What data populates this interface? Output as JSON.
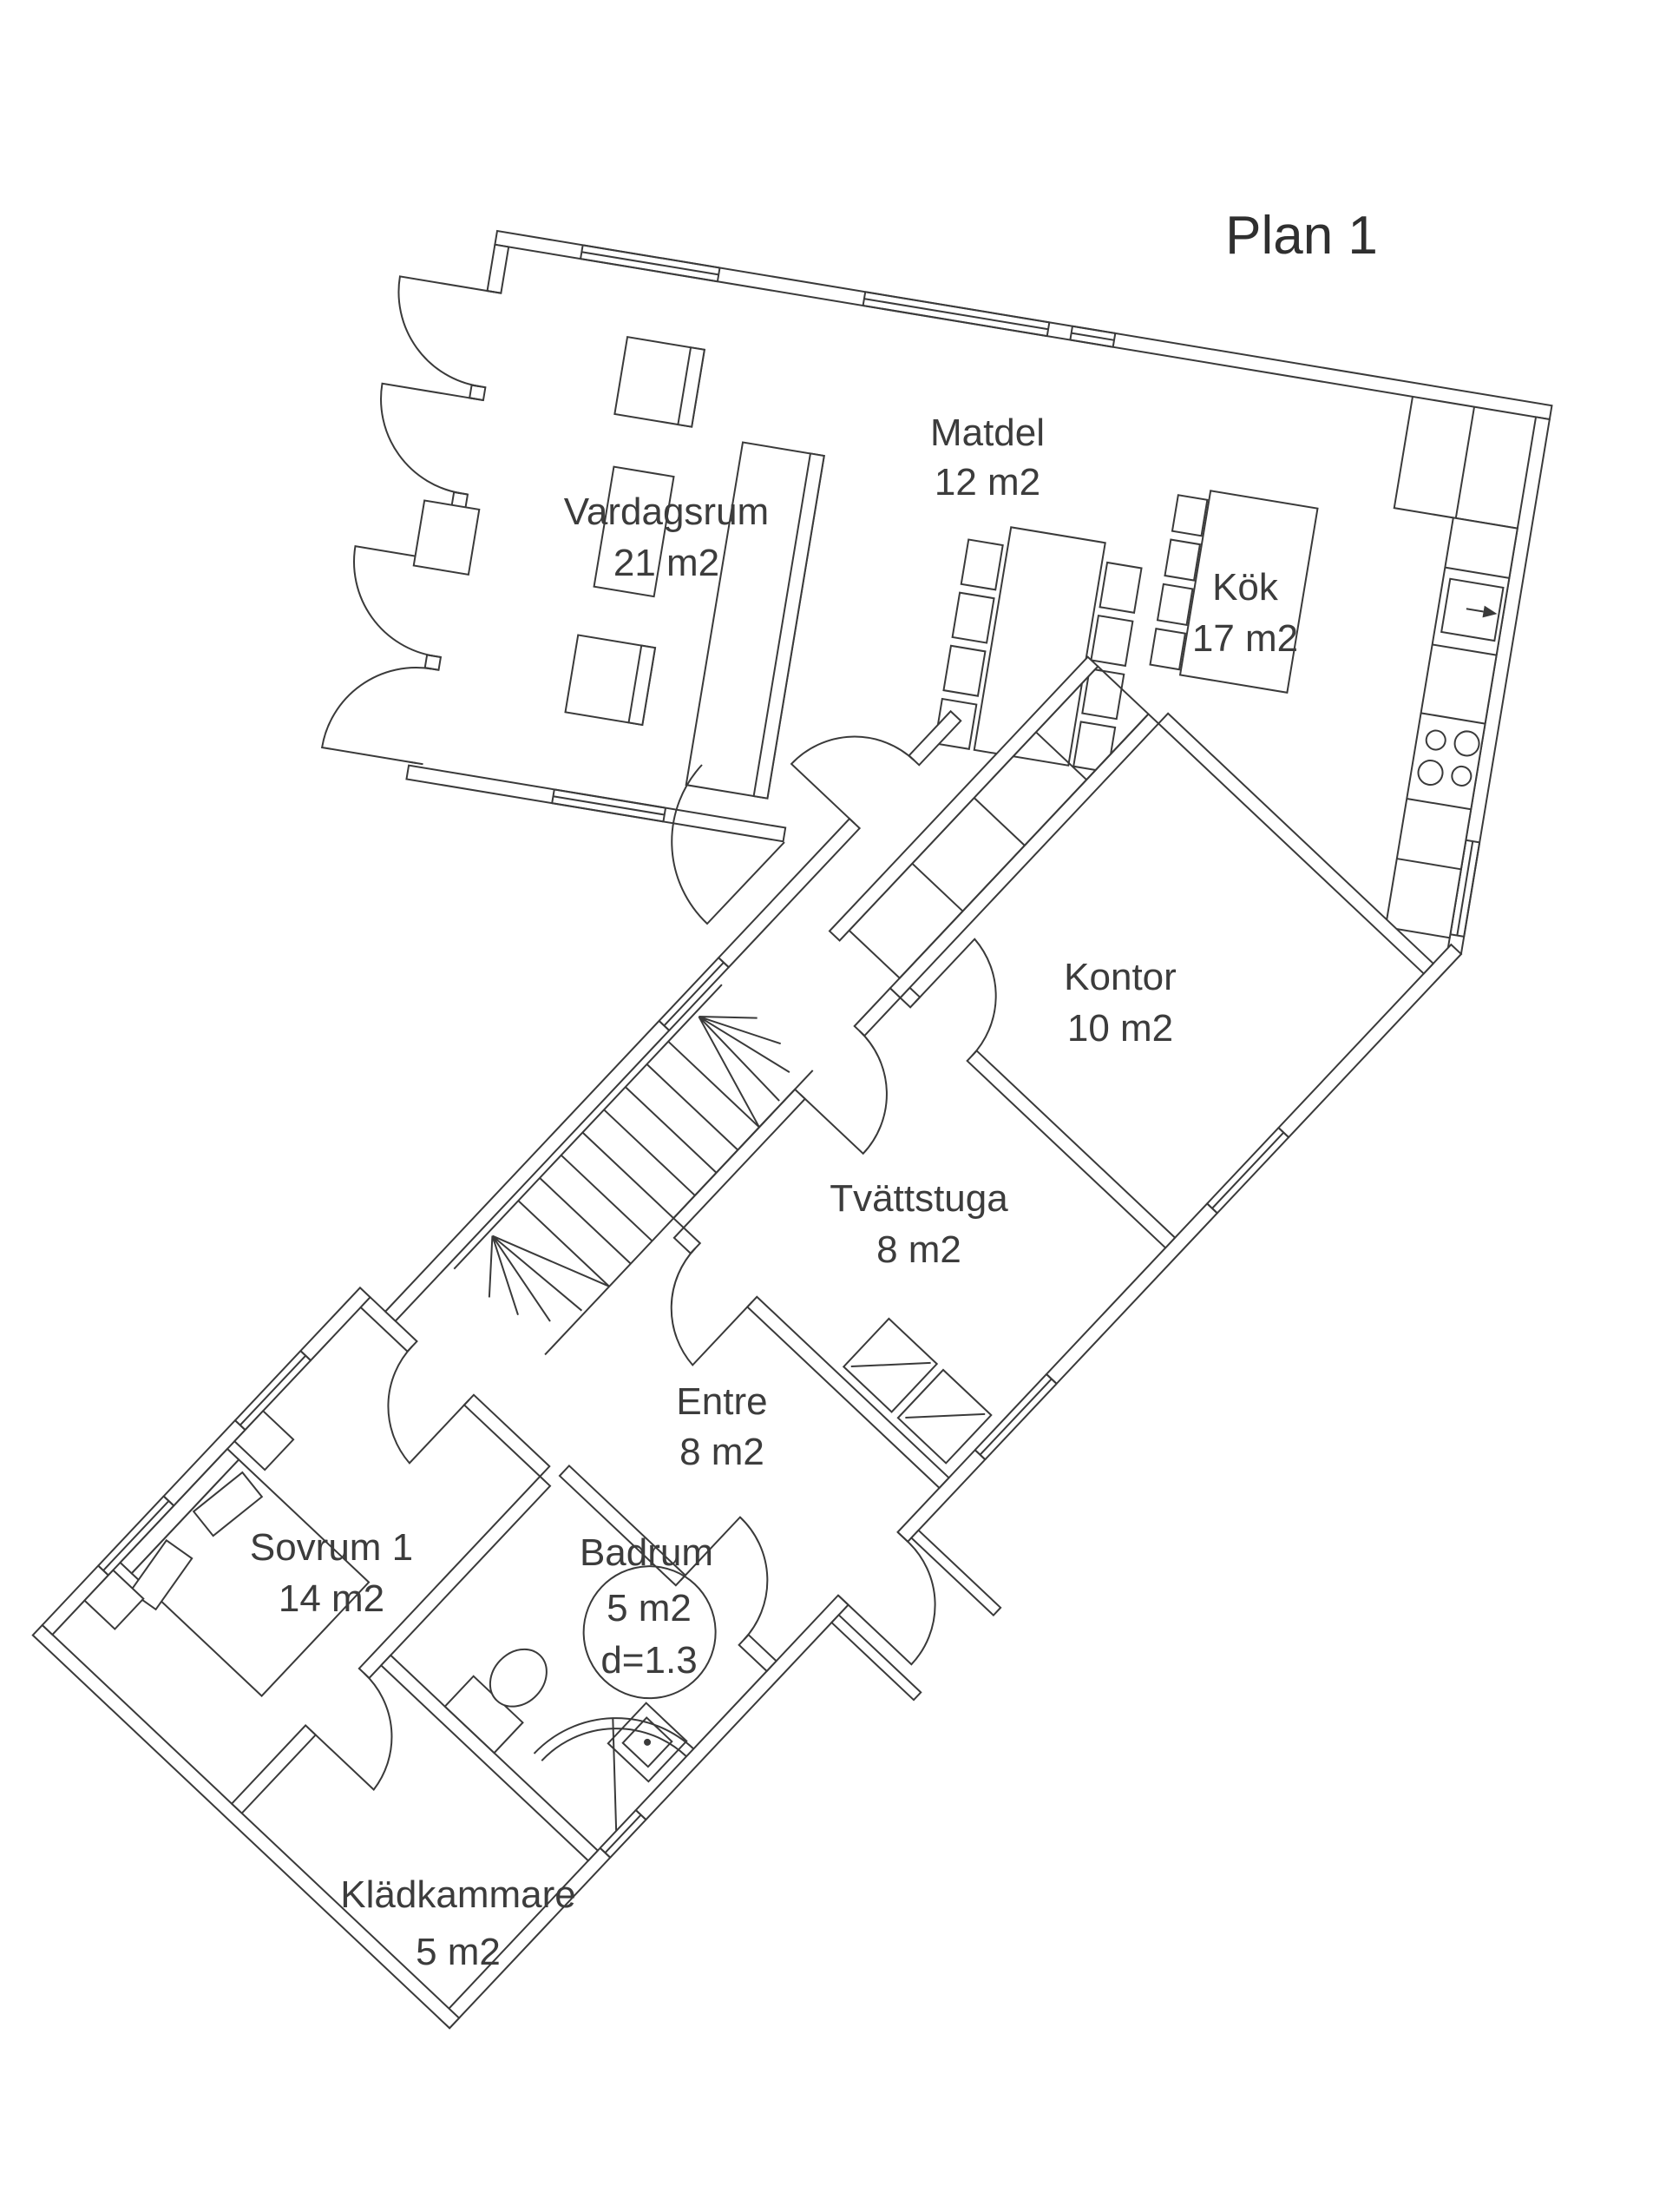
{
  "title": "Plan 1",
  "colors": {
    "line": "#3a3a3a",
    "text": "#3c3c3c",
    "background": "#ffffff"
  },
  "rooms": [
    {
      "id": "vardagsrum",
      "name": "Vardagsrum",
      "area": "21 m2"
    },
    {
      "id": "matdel",
      "name": "Matdel",
      "area": "12 m2"
    },
    {
      "id": "kok",
      "name": "Kök",
      "area": "17 m2"
    },
    {
      "id": "kontor",
      "name": "Kontor",
      "area": "10 m2"
    },
    {
      "id": "tvattstuga",
      "name": "Tvättstuga",
      "area": "8 m2"
    },
    {
      "id": "entre",
      "name": "Entre",
      "area": "8 m2"
    },
    {
      "id": "sovrum1",
      "name": "Sovrum 1",
      "area": "14 m2"
    },
    {
      "id": "badrum",
      "name": "Badrum",
      "area": "5 m2",
      "note": "d=1.3"
    },
    {
      "id": "kladkammare",
      "name": "Klädkammare",
      "area": "5 m2"
    }
  ]
}
